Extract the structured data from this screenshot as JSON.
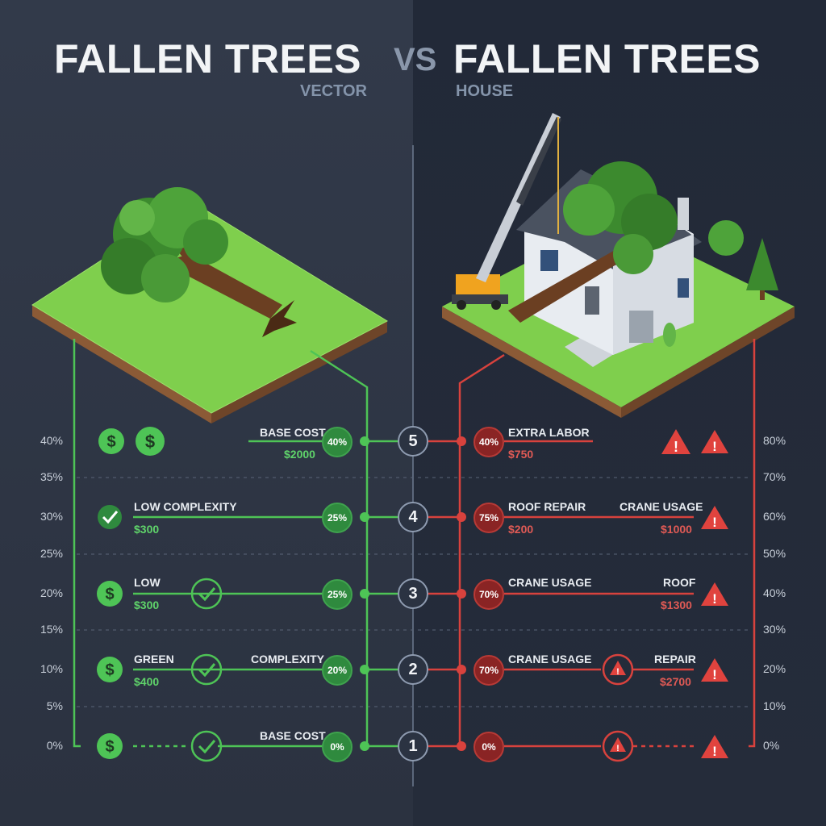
{
  "header": {
    "title_left": "FALLEN TREES",
    "vs": "VS",
    "title_right": "FALLEN TREES",
    "subtitle_left": "VECTOR",
    "subtitle_right": "HOUSE"
  },
  "axis_left": [
    "40%",
    "35%",
    "30%",
    "25%",
    "20%",
    "15%",
    "10%",
    "5%",
    "0%"
  ],
  "axis_right": [
    "80%",
    "70%",
    "60%",
    "50%",
    "40%",
    "30%",
    "20%",
    "10%",
    "0%"
  ],
  "steps": [
    "5",
    "4",
    "3",
    "2",
    "1"
  ],
  "left_rows": [
    {
      "label": "BASE COST",
      "value": "$2000",
      "badge": "40%"
    },
    {
      "label": "LOW COMPLEXITY",
      "value": "$300",
      "badge": "25%"
    },
    {
      "label": "LOW",
      "value": "$300",
      "badge": "25%"
    },
    {
      "label": "GREEN",
      "label2": "COMPLEXITY",
      "value": "$400",
      "badge": "20%"
    },
    {
      "label": "BASE COST",
      "badge": "0%"
    }
  ],
  "right_rows": [
    {
      "label": "EXTRA LABOR",
      "value": "$750",
      "badge": "40%"
    },
    {
      "label": "ROOF REPAIR",
      "value": "$200",
      "label2": "CRANE USAGE",
      "value2": "$1000",
      "badge": "75%"
    },
    {
      "label": "CRANE USAGE",
      "label2": "ROOF",
      "value2": "$1300",
      "badge": "70%"
    },
    {
      "label": "CRANE USAGE",
      "label2": "REPAIR",
      "value2": "$2700",
      "badge": "70%"
    },
    {
      "badge": "0%"
    }
  ],
  "colors": {
    "green": "#5fd36a",
    "red": "#e05a55",
    "bg_left": "#323a4a",
    "bg_right": "#222938"
  }
}
